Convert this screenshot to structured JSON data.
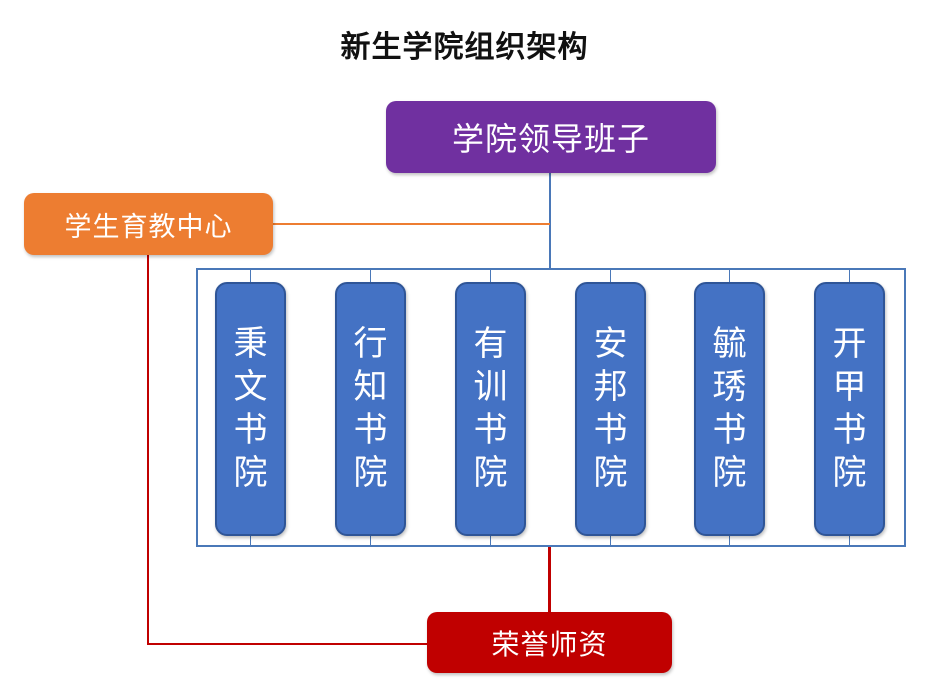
{
  "title": "新生学院组织架构",
  "leadership": "学院领导班子",
  "edu_center": "学生育教中心",
  "honor": "荣誉师资",
  "colleges": [
    "秉文书院",
    "行知书院",
    "有训书院",
    "安邦书院",
    "毓琇书院",
    "开甲书院"
  ],
  "colors": {
    "leadership": "#7030a0",
    "edu_center": "#ed7d31",
    "college": "#4472c4",
    "honor": "#c00000",
    "frame_line": "#4a78b8"
  }
}
